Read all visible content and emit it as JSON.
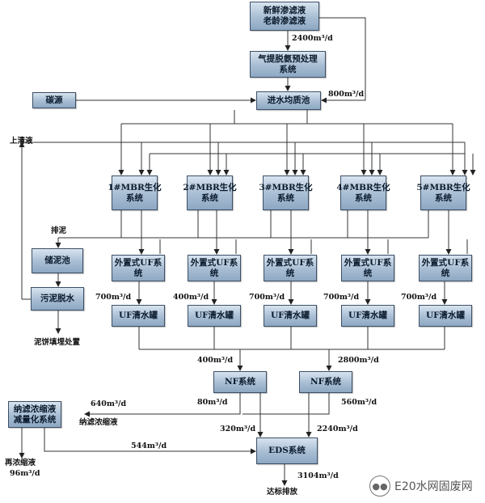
{
  "boxes": {
    "fresh_leachate": "新鲜渗滤液",
    "old_leachate": "老龄渗滤液",
    "stripping_1": "气提脱氨预处理",
    "stripping_2": "系统",
    "carbon": "碳源",
    "equalization": "进水均质池",
    "mbr1_1": "1#MBR生化",
    "mbr1_2": "系统",
    "mbr2_1": "2#MBR生化",
    "mbr2_2": "系统",
    "mbr3_1": "3#MBR生化",
    "mbr3_2": "系统",
    "mbr4_1": "4#MBR生化",
    "mbr4_2": "系统",
    "mbr5_1": "5#MBR生化",
    "mbr5_2": "系统",
    "uf_1": "外置式UF系",
    "uf_2": "统",
    "uf_tank": "UF清水罐",
    "sludge_tank": "储泥池",
    "sludge_dewater": "污泥脱水",
    "nf": "NF系统",
    "conc_1": "纳滤浓缩液",
    "conc_2": "减量化系统",
    "eds": "EDS系统"
  },
  "labels": {
    "q2400": "2400m³/d",
    "q800": "800m³/d",
    "supernatant": "上清液",
    "sludge_discharge": "排泥",
    "uf700a": "700m³/d",
    "uf400": "400m³/d",
    "uf700b": "700m³/d",
    "uf700c": "700m³/d",
    "uf700d": "700m³/d",
    "cake": "泥饼填埋处置",
    "nf400": "400m³/d",
    "nf2800": "2800m³/d",
    "q640": "640m³/d",
    "q80": "80m³/d",
    "q560": "560m³/d",
    "nf_conc": "纳滤浓缩液",
    "q320": "320m³/d",
    "q2240": "2240m³/d",
    "q544": "544m³/d",
    "reconc": "再浓缩液",
    "q96": "96m³/d",
    "q3104": "3104m³/d",
    "discharge": "达标排放"
  },
  "watermark": {
    "icon": "wechat-icon",
    "text": "E20水网固废网"
  }
}
